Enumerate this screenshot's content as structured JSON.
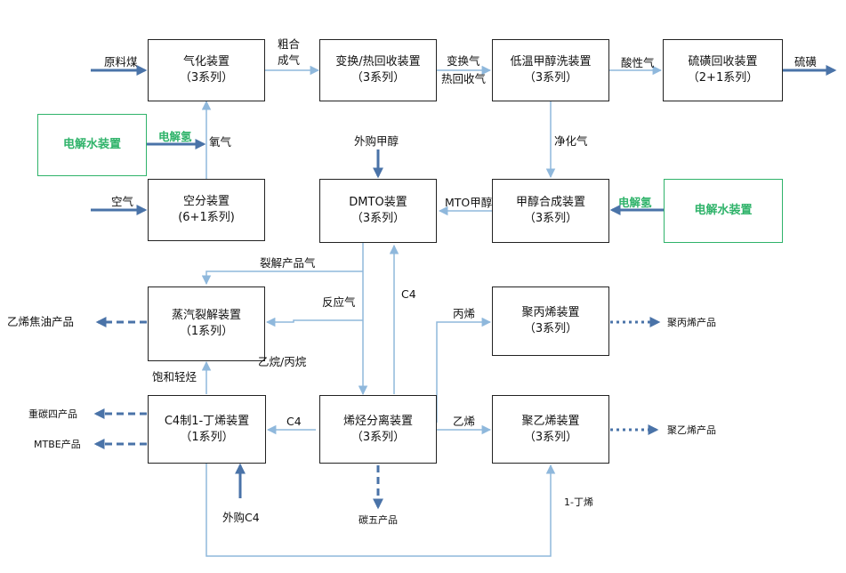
{
  "units": {
    "gasifier": {
      "name": "气化装置",
      "sub": "（3系列）"
    },
    "shift": {
      "name": "变换/热回收装置",
      "sub": "（3系列）"
    },
    "rectisol": {
      "name": "低温甲醇洗装置",
      "sub": "（3系列）"
    },
    "sulfur": {
      "name": "硫磺回收装置",
      "sub": "（2+1系列）"
    },
    "electrolysis_left": {
      "name": "电解水装置"
    },
    "asu": {
      "name": "空分装置",
      "sub": "(6+1系列)"
    },
    "dmto": {
      "name": "DMTO装置",
      "sub": "（3系列）"
    },
    "methanol": {
      "name": "甲醇合成装置",
      "sub": "（3系列）"
    },
    "electrolysis_right": {
      "name": "电解水装置"
    },
    "steam_cracker": {
      "name": "蒸汽裂解装置",
      "sub": "（1系列）"
    },
    "polypropylene": {
      "name": "聚丙烯装置",
      "sub": "（3系列）"
    },
    "c4_butene": {
      "name": "C4制1-丁烯装置",
      "sub": "（1系列）"
    },
    "olefin_sep": {
      "name": "烯烃分离装置",
      "sub": "（3系列）"
    },
    "polyethylene": {
      "name": "聚乙烯装置",
      "sub": "（3系列）"
    }
  },
  "streams": {
    "coal": "原料煤",
    "crude_gas_1": "粗合",
    "crude_gas_2": "成气",
    "shifted_gas": "变换气",
    "heat_recovery": "热回收气",
    "acid_gas": "酸性气",
    "sulfur_product": "硫磺",
    "electro_h2_left": "电解氢",
    "oxygen": "氧气",
    "clean_gas": "净化气",
    "purchased_methanol": "外购甲醇",
    "air": "空气",
    "mto_methanol": "MTO甲醇",
    "electro_h2_right": "电解氢",
    "cracked_gas": "裂解产品气",
    "reaction_gas": "反应气",
    "c4_up": "C4",
    "propylene": "丙烯",
    "ethylene_tar": "乙烯焦油产品",
    "pp_product": "聚丙烯产品",
    "ethane_propane": "乙烷/丙烷",
    "saturated_light": "饱和轻烃",
    "c4_left": "C4",
    "ethylene": "乙烯",
    "ccl4": "重碳四产品",
    "pe_product": "聚乙烯产品",
    "mtbe": "MTBE产品",
    "purchased_c4": "外购C4",
    "c5": "碳五产品",
    "butene1": "1-丁烯"
  },
  "colors": {
    "line": "#8fb8dc",
    "thick_arrow": "#4a73a8",
    "green": "#2fb36a",
    "box_border": "#222222"
  }
}
